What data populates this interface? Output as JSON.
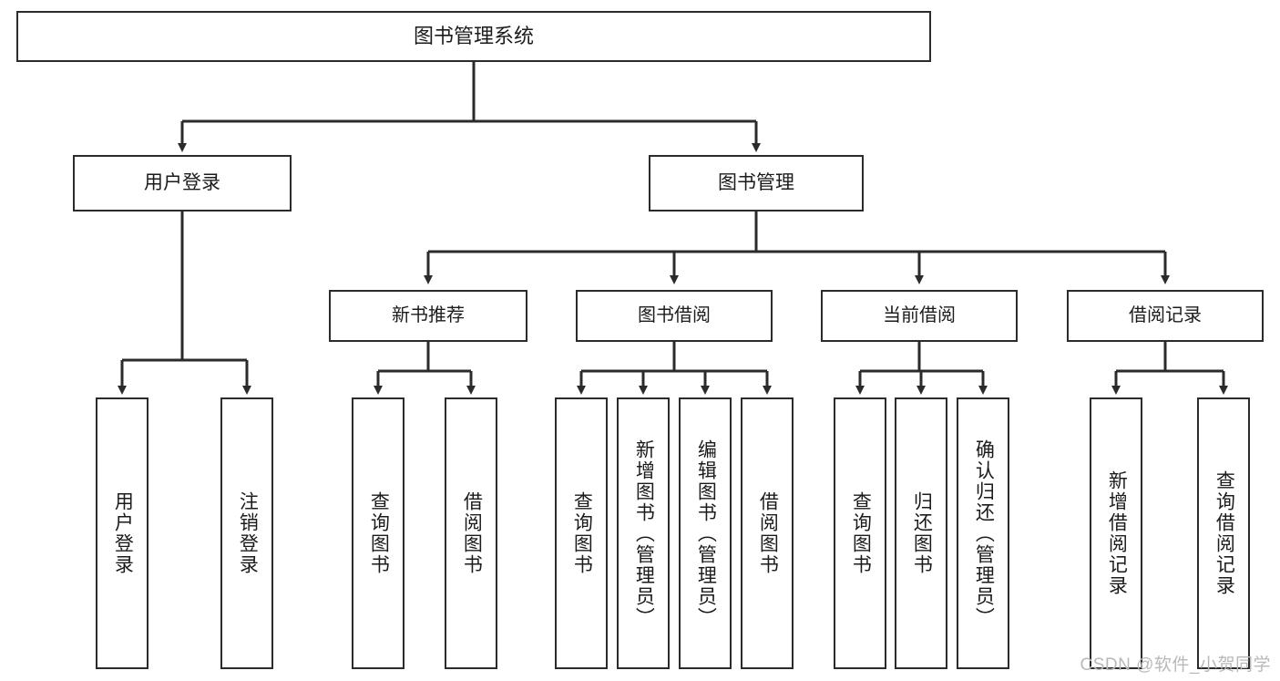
{
  "diagram": {
    "title": "图书管理系统",
    "type": "hierarchy-tree",
    "root": {
      "label": "图书管理系统"
    },
    "level2": [
      {
        "label": "用户登录"
      },
      {
        "label": "图书管理"
      }
    ],
    "level3": [
      {
        "label": "新书推荐"
      },
      {
        "label": "图书借阅"
      },
      {
        "label": "当前借阅"
      },
      {
        "label": "借阅记录"
      }
    ],
    "leaves": {
      "user_login": [
        {
          "label": "用户登录"
        },
        {
          "label": "注销登录"
        }
      ],
      "new_book_recommend": [
        {
          "label": "查询图书"
        },
        {
          "label": "借阅图书"
        }
      ],
      "book_borrow": [
        {
          "label": "查询图书"
        },
        {
          "label": "新增图书（管理员）"
        },
        {
          "label": "编辑图书（管理员）"
        },
        {
          "label": "借阅图书"
        }
      ],
      "current_borrow": [
        {
          "label": "查询图书"
        },
        {
          "label": "归还图书"
        },
        {
          "label": "确认归还（管理员）"
        }
      ],
      "borrow_record": [
        {
          "label": "新增借阅记录"
        },
        {
          "label": "查询借阅记录"
        }
      ]
    }
  },
  "watermark": {
    "text": "CSDN @软件_小贺同学"
  },
  "colors": {
    "stroke": "#2b2b2b",
    "fill": "#ffffff",
    "text": "#1b1b1b",
    "watermark": "#b9b9b9"
  }
}
